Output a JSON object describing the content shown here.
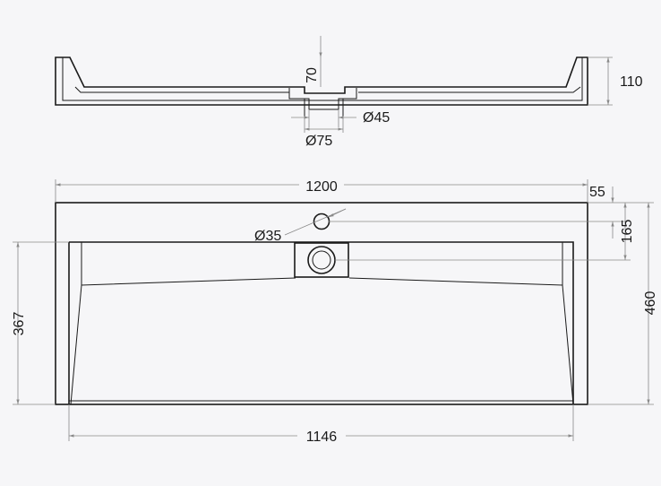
{
  "dimensions": {
    "depth_top": "70",
    "height_total": "110",
    "drain_inner": "Ø45",
    "drain_outer": "Ø75",
    "overall_width": "1200",
    "edge_offset": "55",
    "tap_hole": "Ø35",
    "drain_offset": "165",
    "overall_depth": "460",
    "basin_depth": "367",
    "basin_width": "1146"
  },
  "colors": {
    "background": "#f6f6f8",
    "line": "#1a1a1a",
    "dimension_line": "#8a8a8a"
  }
}
